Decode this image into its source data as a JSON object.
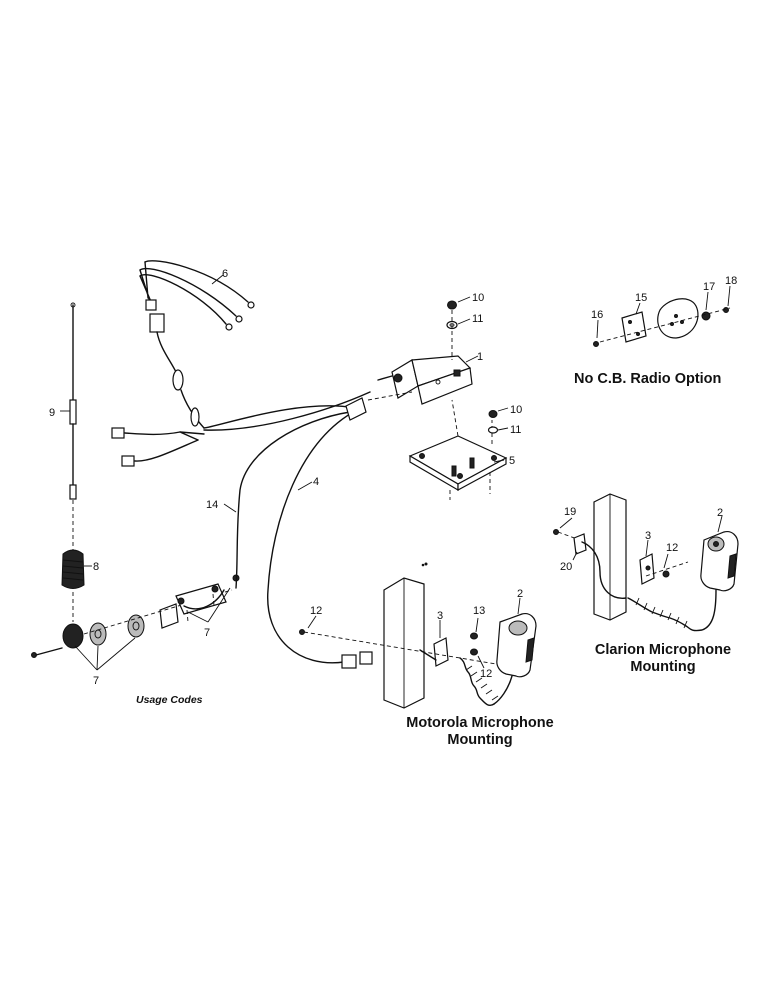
{
  "captions": {
    "no_cb": "No C.B. Radio Option",
    "clarion_line1": "Clarion Microphone",
    "clarion_line2": "Mounting",
    "motorola_line1": "Motorola Microphone",
    "motorola_line2": "Mounting",
    "usage_codes": "Usage Codes"
  },
  "callouts": {
    "c1": "1",
    "c2a": "2",
    "c2b": "2",
    "c3a": "3",
    "c3b": "3",
    "c4": "4",
    "c5": "5",
    "c6": "6",
    "c7a": "7",
    "c7b": "7",
    "c8": "8",
    "c9": "9",
    "c10a": "10",
    "c10b": "10",
    "c11a": "11",
    "c11b": "11",
    "c12a": "12",
    "c12b": "12",
    "c12c": "12",
    "c13": "13",
    "c14": "14",
    "c15": "15",
    "c16": "16",
    "c17": "17",
    "c18": "18",
    "c19": "19",
    "c20": "20"
  }
}
